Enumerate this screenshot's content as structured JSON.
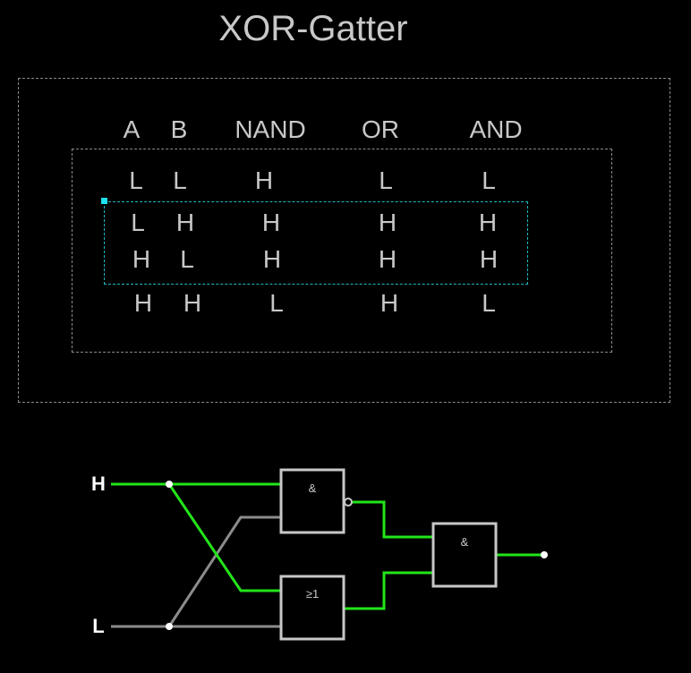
{
  "title": "XOR-Gatter",
  "table": {
    "headers": [
      "A",
      "B",
      "NAND",
      "OR",
      "AND"
    ],
    "rows": [
      [
        "L",
        "L",
        "H",
        "L",
        "L"
      ],
      [
        "L",
        "H",
        "H",
        "H",
        "H"
      ],
      [
        "H",
        "L",
        "H",
        "H",
        "H"
      ],
      [
        "H",
        "H",
        "L",
        "H",
        "L"
      ]
    ]
  },
  "circuit": {
    "input_top": "H",
    "input_bottom": "L",
    "nand_symbol": "&",
    "or_symbol": "≥1",
    "and_symbol": "&"
  },
  "colors": {
    "active_wire": "#22e51a",
    "inactive_wire": "#8c8c8c",
    "selection": "#1fb9c6",
    "frame": "#8a8a8a"
  }
}
